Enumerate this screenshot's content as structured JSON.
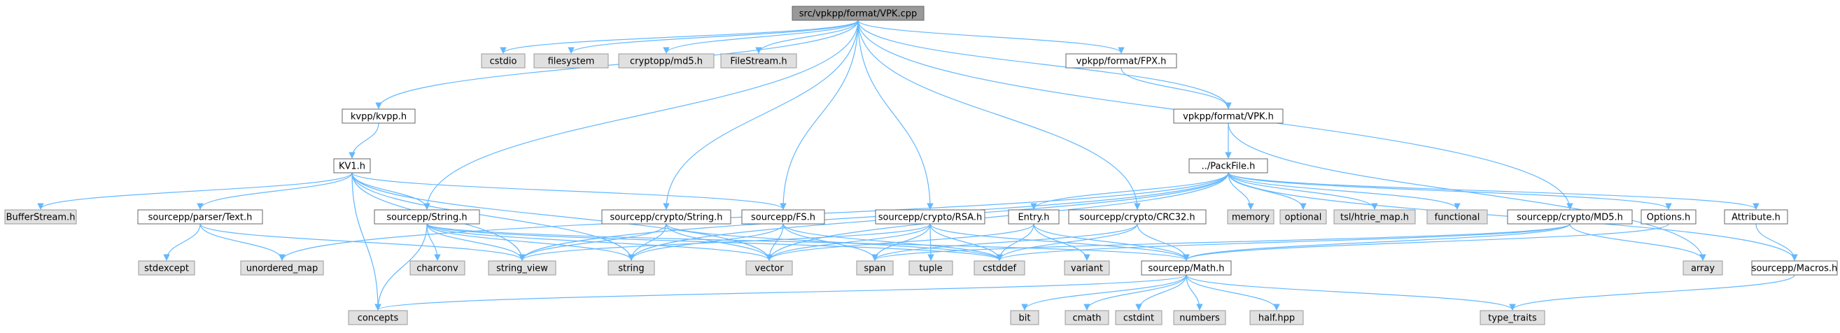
{
  "colors": {
    "edge": "#63b8ff",
    "root_fill": "#999999",
    "doc_fill": "#ffffff",
    "system_fill": "#e0e0e0"
  },
  "nodes": [
    {
      "id": "vpk_cpp",
      "label": "src/vpkpp/format/VPK.cpp",
      "kind": "root"
    },
    {
      "id": "cstdio",
      "label": "cstdio",
      "kind": "sys"
    },
    {
      "id": "filesystem",
      "label": "filesystem",
      "kind": "sys"
    },
    {
      "id": "md5",
      "label": "cryptopp/md5.h",
      "kind": "sys"
    },
    {
      "id": "filestream",
      "label": "FileStream.h",
      "kind": "sys"
    },
    {
      "id": "fpx_h",
      "label": "vpkpp/format/FPX.h",
      "kind": "doc"
    },
    {
      "id": "kvpp_h",
      "label": "kvpp/kvpp.h",
      "kind": "doc"
    },
    {
      "id": "vpk_h",
      "label": "vpkpp/format/VPK.h",
      "kind": "doc"
    },
    {
      "id": "kv1_h",
      "label": "KV1.h",
      "kind": "doc"
    },
    {
      "id": "packfile_h",
      "label": "../PackFile.h",
      "kind": "doc"
    },
    {
      "id": "bufferstream",
      "label": "BufferStream.h",
      "kind": "sys"
    },
    {
      "id": "parser_text",
      "label": "sourcepp/parser/Text.h",
      "kind": "doc"
    },
    {
      "id": "sp_string",
      "label": "sourcepp/String.h",
      "kind": "doc"
    },
    {
      "id": "crypto_string",
      "label": "sourcepp/crypto/String.h",
      "kind": "doc"
    },
    {
      "id": "fs_h",
      "label": "sourcepp/FS.h",
      "kind": "doc"
    },
    {
      "id": "rsa_h",
      "label": "sourcepp/crypto/RSA.h",
      "kind": "doc"
    },
    {
      "id": "entry_h",
      "label": "Entry.h",
      "kind": "doc"
    },
    {
      "id": "crc32_h",
      "label": "sourcepp/crypto/CRC32.h",
      "kind": "doc"
    },
    {
      "id": "memory",
      "label": "memory",
      "kind": "sys"
    },
    {
      "id": "optional",
      "label": "optional",
      "kind": "sys"
    },
    {
      "id": "htrie",
      "label": "tsl/htrie_map.h",
      "kind": "sys"
    },
    {
      "id": "functional",
      "label": "functional",
      "kind": "sys"
    },
    {
      "id": "md5_h",
      "label": "sourcepp/crypto/MD5.h",
      "kind": "doc"
    },
    {
      "id": "options_h",
      "label": "Options.h",
      "kind": "doc"
    },
    {
      "id": "attribute_h",
      "label": "Attribute.h",
      "kind": "doc"
    },
    {
      "id": "stdexcept",
      "label": "stdexcept",
      "kind": "sys"
    },
    {
      "id": "unordered_map",
      "label": "unordered_map",
      "kind": "sys"
    },
    {
      "id": "charconv",
      "label": "charconv",
      "kind": "sys"
    },
    {
      "id": "string_view",
      "label": "string_view",
      "kind": "sys"
    },
    {
      "id": "string",
      "label": "string",
      "kind": "sys"
    },
    {
      "id": "vector",
      "label": "vector",
      "kind": "sys"
    },
    {
      "id": "span",
      "label": "span",
      "kind": "sys"
    },
    {
      "id": "tuple",
      "label": "tuple",
      "kind": "sys"
    },
    {
      "id": "cstddef",
      "label": "cstddef",
      "kind": "sys"
    },
    {
      "id": "variant",
      "label": "variant",
      "kind": "sys"
    },
    {
      "id": "math_h",
      "label": "sourcepp/Math.h",
      "kind": "doc"
    },
    {
      "id": "array",
      "label": "array",
      "kind": "sys"
    },
    {
      "id": "macros_h",
      "label": "sourcepp/Macros.h",
      "kind": "doc"
    },
    {
      "id": "concepts",
      "label": "concepts",
      "kind": "sys"
    },
    {
      "id": "bit",
      "label": "bit",
      "kind": "sys"
    },
    {
      "id": "cmath",
      "label": "cmath",
      "kind": "sys"
    },
    {
      "id": "cstdint",
      "label": "cstdint",
      "kind": "sys"
    },
    {
      "id": "numbers",
      "label": "numbers",
      "kind": "sys"
    },
    {
      "id": "half",
      "label": "half.hpp",
      "kind": "sys"
    },
    {
      "id": "type_traits",
      "label": "type_traits",
      "kind": "sys"
    }
  ],
  "edges": [
    [
      "vpk_cpp",
      "cstdio"
    ],
    [
      "vpk_cpp",
      "filesystem"
    ],
    [
      "vpk_cpp",
      "md5"
    ],
    [
      "vpk_cpp",
      "filestream"
    ],
    [
      "vpk_cpp",
      "fpx_h"
    ],
    [
      "vpk_cpp",
      "kvpp_h"
    ],
    [
      "vpk_cpp",
      "vpk_h"
    ],
    [
      "vpk_cpp",
      "sp_string"
    ],
    [
      "vpk_cpp",
      "crypto_string"
    ],
    [
      "vpk_cpp",
      "fs_h"
    ],
    [
      "vpk_cpp",
      "rsa_h"
    ],
    [
      "vpk_cpp",
      "crc32_h"
    ],
    [
      "vpk_cpp",
      "md5_h"
    ],
    [
      "fpx_h",
      "vpk_h"
    ],
    [
      "vpk_h",
      "packfile_h"
    ],
    [
      "vpk_h",
      "array"
    ],
    [
      "kvpp_h",
      "kv1_h"
    ],
    [
      "kv1_h",
      "bufferstream"
    ],
    [
      "kv1_h",
      "parser_text"
    ],
    [
      "kv1_h",
      "sp_string"
    ],
    [
      "kv1_h",
      "fs_h"
    ],
    [
      "kv1_h",
      "string_view"
    ],
    [
      "kv1_h",
      "vector"
    ],
    [
      "kv1_h",
      "concepts"
    ],
    [
      "kv1_h",
      "string"
    ],
    [
      "parser_text",
      "stdexcept"
    ],
    [
      "parser_text",
      "unordered_map"
    ],
    [
      "parser_text",
      "string_view"
    ],
    [
      "sp_string",
      "charconv"
    ],
    [
      "sp_string",
      "string_view"
    ],
    [
      "sp_string",
      "string"
    ],
    [
      "sp_string",
      "vector"
    ],
    [
      "sp_string",
      "concepts"
    ],
    [
      "sp_string",
      "cstddef"
    ],
    [
      "sp_string",
      "math_h"
    ],
    [
      "crypto_string",
      "string_view"
    ],
    [
      "crypto_string",
      "string"
    ],
    [
      "crypto_string",
      "vector"
    ],
    [
      "crypto_string",
      "cstddef"
    ],
    [
      "fs_h",
      "string"
    ],
    [
      "fs_h",
      "vector"
    ],
    [
      "fs_h",
      "span"
    ],
    [
      "fs_h",
      "cstddef"
    ],
    [
      "rsa_h",
      "string_view"
    ],
    [
      "rsa_h",
      "vector"
    ],
    [
      "rsa_h",
      "span"
    ],
    [
      "rsa_h",
      "tuple"
    ],
    [
      "rsa_h",
      "cstddef"
    ],
    [
      "rsa_h",
      "math_h"
    ],
    [
      "packfile_h",
      "unordered_map"
    ],
    [
      "packfile_h",
      "string_view"
    ],
    [
      "packfile_h",
      "string"
    ],
    [
      "packfile_h",
      "vector"
    ],
    [
      "packfile_h",
      "memory"
    ],
    [
      "packfile_h",
      "optional"
    ],
    [
      "packfile_h",
      "htrie"
    ],
    [
      "packfile_h",
      "functional"
    ],
    [
      "packfile_h",
      "entry_h"
    ],
    [
      "packfile_h",
      "options_h"
    ],
    [
      "packfile_h",
      "attribute_h"
    ],
    [
      "packfile_h",
      "macros_h"
    ],
    [
      "entry_h",
      "cstddef"
    ],
    [
      "entry_h",
      "variant"
    ],
    [
      "entry_h",
      "math_h"
    ],
    [
      "entry_h",
      "vector"
    ],
    [
      "crc32_h",
      "span"
    ],
    [
      "crc32_h",
      "cstddef"
    ],
    [
      "crc32_h",
      "math_h"
    ],
    [
      "md5_h",
      "array"
    ],
    [
      "md5_h",
      "span"
    ],
    [
      "md5_h",
      "cstddef"
    ],
    [
      "md5_h",
      "math_h"
    ],
    [
      "options_h",
      "math_h"
    ],
    [
      "attribute_h",
      "macros_h"
    ],
    [
      "macros_h",
      "type_traits"
    ],
    [
      "math_h",
      "concepts"
    ],
    [
      "math_h",
      "bit"
    ],
    [
      "math_h",
      "cmath"
    ],
    [
      "math_h",
      "cstdint"
    ],
    [
      "math_h",
      "numbers"
    ],
    [
      "math_h",
      "half"
    ],
    [
      "math_h",
      "type_traits"
    ]
  ]
}
